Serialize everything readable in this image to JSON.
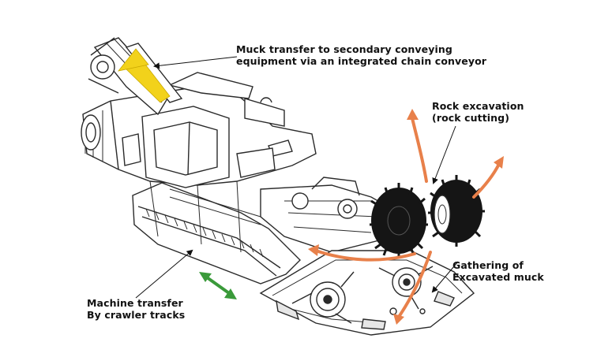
{
  "annotations": {
    "muck_transfer": {
      "line1": "Muck transfer to secondary conveying",
      "line2": "equipment via an integrated chain conveyor"
    },
    "rock_excavation": {
      "line1": "Rock excavation",
      "line2": "(rock cutting)"
    },
    "gathering": {
      "line1": "Gathering of",
      "line2": "Excavated muck"
    },
    "machine_transfer": {
      "line1": "Machine transfer",
      "line2": "By crawler tracks"
    }
  },
  "colors": {
    "line_art": "#2a2a2a",
    "conveyor_arrow": "#f2d21b",
    "cutting_arrow": "#e8804a",
    "track_arrow": "#3a9a3a",
    "cutter_head": "#151515"
  }
}
